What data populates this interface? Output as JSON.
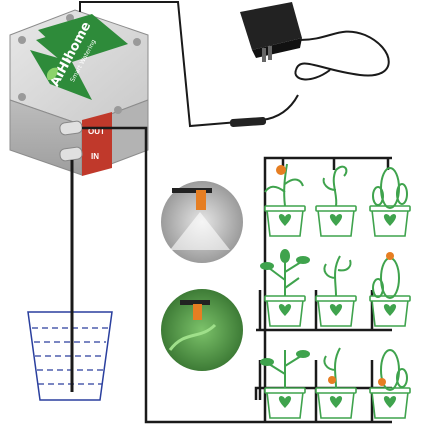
{
  "product": {
    "brand": "AIHIhome",
    "tagline": "Smart Watering",
    "port_out": "OUT",
    "port_in": "IN"
  },
  "icons": [
    "power-adapter-icon",
    "water-bucket-icon",
    "plant-pot-icon",
    "heart-icon",
    "sprinkler-nozzle-icon"
  ],
  "colors": {
    "box": "#dcdcdc",
    "label_green": "#2e8b3a",
    "port_panel": "#c0392b",
    "pipe": "#1a1a1a",
    "plant_green": "#3fa34d",
    "water_blue": "#2a3f9e",
    "nozzle_orange": "#e67e22"
  }
}
